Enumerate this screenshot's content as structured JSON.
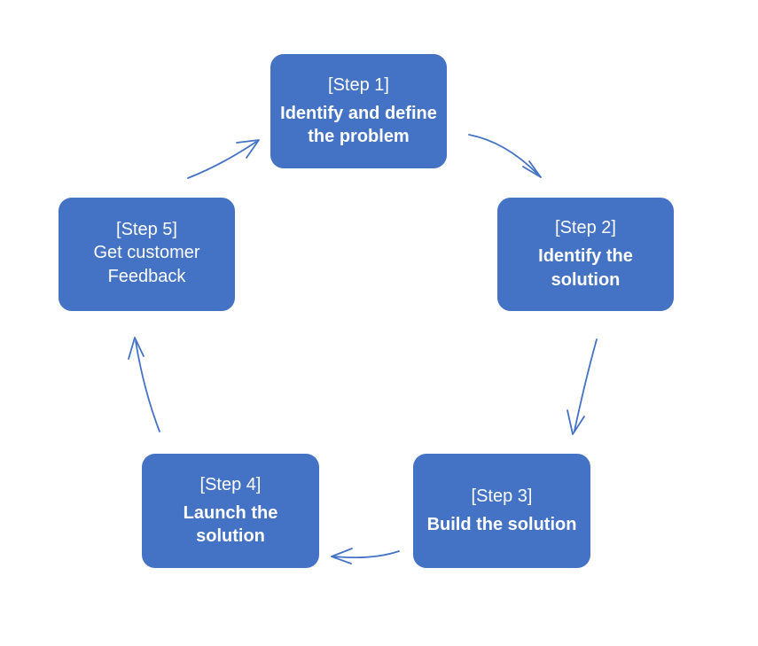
{
  "diagram": {
    "type": "cycle",
    "background_color": "#ffffff",
    "box_color": "#4472c4",
    "text_color": "#ffffff",
    "arrow_color": "#4472c4",
    "steps": [
      {
        "id": "step-1",
        "label": "[Step 1]",
        "title": "Identify and define the problem",
        "bold": true
      },
      {
        "id": "step-2",
        "label": "[Step 2]",
        "title": "Identify the solution",
        "bold": true
      },
      {
        "id": "step-3",
        "label": "[Step 3]",
        "title": "Build the solution",
        "bold": true
      },
      {
        "id": "step-4",
        "label": "[Step 4]",
        "title": "Launch the solution",
        "bold": true
      },
      {
        "id": "step-5",
        "label": "[Step 5]",
        "title": "Get customer Feedback",
        "bold": false
      }
    ],
    "connectors": [
      {
        "id": "arrow-step-1-to-step-2",
        "from": "step-1",
        "to": "step-2"
      },
      {
        "id": "arrow-step-2-to-step-3",
        "from": "step-2",
        "to": "step-3"
      },
      {
        "id": "arrow-step-3-to-step-4",
        "from": "step-3",
        "to": "step-4"
      },
      {
        "id": "arrow-step-4-to-step-5",
        "from": "step-4",
        "to": "step-5"
      },
      {
        "id": "arrow-step-5-to-step-1",
        "from": "step-5",
        "to": "step-1"
      }
    ]
  }
}
